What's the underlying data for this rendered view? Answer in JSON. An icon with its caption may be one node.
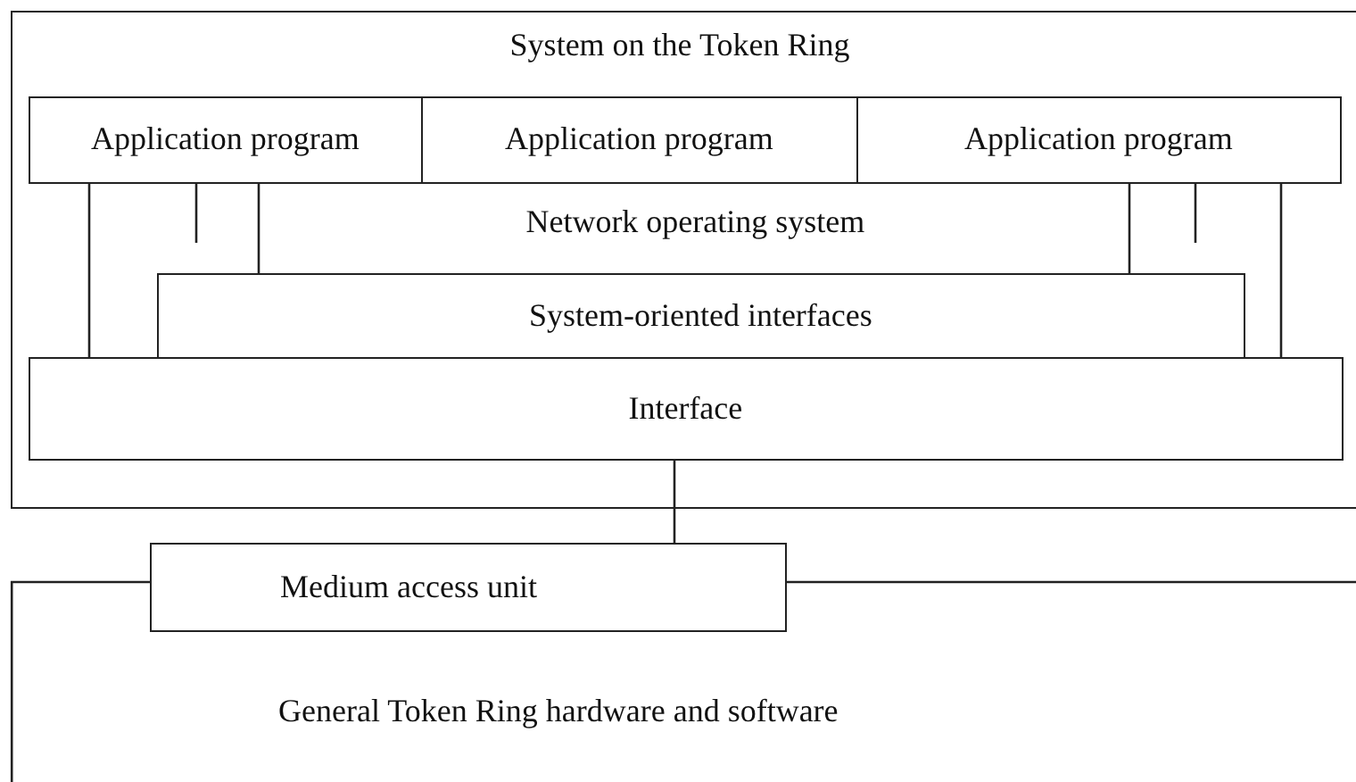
{
  "diagram": {
    "nodes": [
      {
        "text": [
          "System on the Token Ring"
        ]
      },
      {
        "text": [
          "Application program"
        ],
        "in": 0
      },
      {
        "text": [
          "Application program"
        ],
        "in": 0
      },
      {
        "text": [
          "Application program"
        ],
        "in": 0
      },
      {
        "text": [
          "Network operating system"
        ],
        "in": 0
      },
      {
        "text": [
          "System-oriented interfaces"
        ],
        "in": 0
      },
      {
        "text": [
          "Interface"
        ],
        "in": 0
      },
      {
        "text": [
          "Medium access unit"
        ]
      },
      {
        "text": [
          "General Token Ring hardware and software"
        ]
      }
    ],
    "edges": [
      {
        "from": 1,
        "to": 6,
        "arrow": "none"
      },
      {
        "from": 1,
        "to": null,
        "arrow": "none"
      },
      {
        "from": 1,
        "to": 5,
        "arrow": "none"
      },
      {
        "from": 3,
        "to": 5,
        "arrow": "none"
      },
      {
        "from": 3,
        "to": null,
        "arrow": "none"
      },
      {
        "from": 3,
        "to": 6,
        "arrow": "none"
      },
      {
        "from": 6,
        "to": 7,
        "arrow": "none"
      }
    ]
  }
}
